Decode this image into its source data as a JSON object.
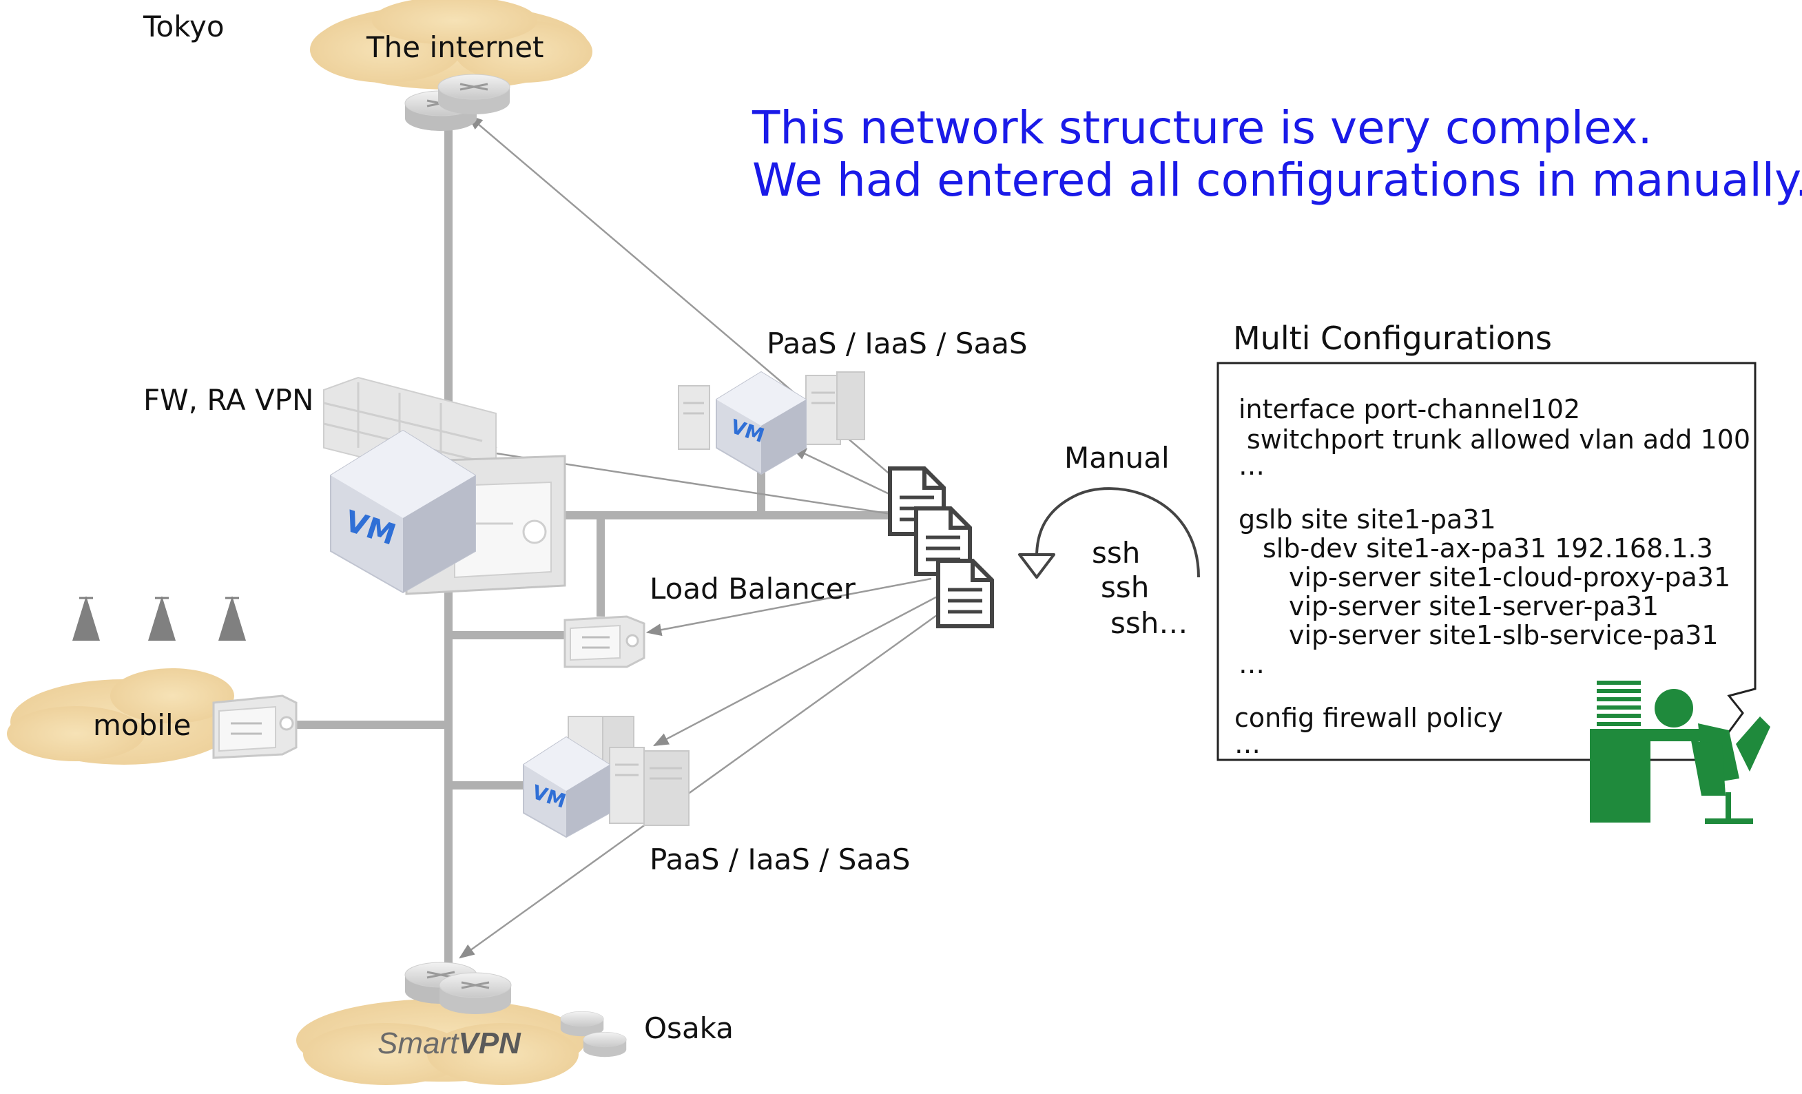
{
  "headline": {
    "line1": "This network structure is very complex.",
    "line2": "We had entered all configurations in manually.",
    "color": "#1a1ae8"
  },
  "labels": {
    "tokyo": "Tokyo",
    "internet": "The internet",
    "fw_ra_vpn": "FW, RA VPN",
    "paas_top": "PaaS / IaaS / SaaS",
    "load_balancer": "Load Balancer",
    "mobile": "mobile",
    "paas_bottom": "PaaS / IaaS / SaaS",
    "osaka": "Osaka",
    "manual": "Manual",
    "ssh1": "ssh",
    "ssh2": "ssh",
    "ssh3": "ssh…",
    "vm": "VM"
  },
  "logo": {
    "smart": "Smart",
    "vpn": "VPN"
  },
  "config": {
    "title": "Multi Configurations",
    "lines": [
      "interface port-channel102",
      " switchport trunk allowed vlan add 100",
      "…",
      "gslb site site1-pa31",
      "slb-dev site1-ax-pa31 192.168.1.3",
      "vip-server site1-cloud-proxy-pa31",
      "vip-server site1-server-pa31",
      "vip-server site1-slb-service-pa31",
      "…",
      "config firewall policy",
      "…"
    ]
  },
  "colors": {
    "cloud": "#f2d9a6",
    "network_line": "#b0b0b0",
    "operator": "#1f8a3c"
  },
  "icons": [
    "router-icon",
    "firewall-icon",
    "vm-icon",
    "server-icon",
    "load-balancer-icon",
    "antenna-icon",
    "document-icon",
    "operator-icon",
    "manual-arrow-icon"
  ]
}
